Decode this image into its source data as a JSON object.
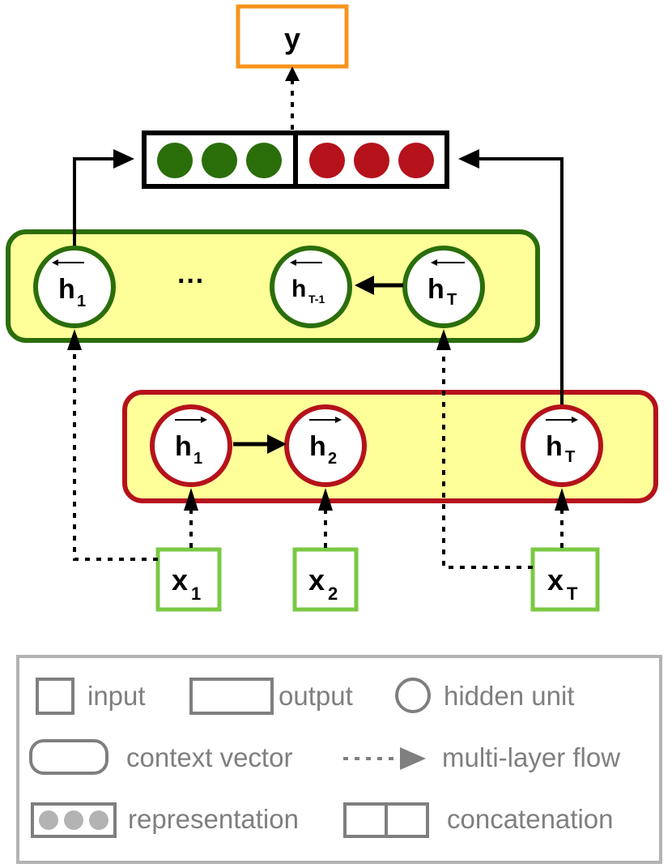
{
  "colors": {
    "output_border": "#F7941D",
    "forward_color": "#B5121B",
    "backward_color": "#2A6E0A",
    "context_fill": "#FFFF99",
    "input_border": "#7AC943",
    "legend_gray": "#7F7F7F",
    "legend_dot": "#B3B3B3"
  },
  "output": {
    "label": "y"
  },
  "backward_layer": {
    "arrow_glyph": "←",
    "nodes": [
      {
        "base": "h",
        "sub": "1"
      },
      {
        "base": "h",
        "sub": "T-1"
      },
      {
        "base": "h",
        "sub": "T"
      }
    ],
    "ellipsis": "···"
  },
  "forward_layer": {
    "arrow_glyph": "→",
    "nodes": [
      {
        "base": "h",
        "sub": "1"
      },
      {
        "base": "h",
        "sub": "2"
      },
      {
        "base": "h",
        "sub": "T"
      }
    ]
  },
  "inputs": [
    {
      "base": "x",
      "sub": "1"
    },
    {
      "base": "x",
      "sub": "2"
    },
    {
      "base": "x",
      "sub": "T"
    }
  ],
  "representation": {
    "backward_dots": 3,
    "forward_dots": 3
  },
  "legend": {
    "input": "input",
    "output": "output",
    "hidden_unit": "hidden unit",
    "context_vector": "context vector",
    "multi_layer_flow": "multi-layer flow",
    "representation": "representation",
    "concatenation": "concatenation"
  }
}
